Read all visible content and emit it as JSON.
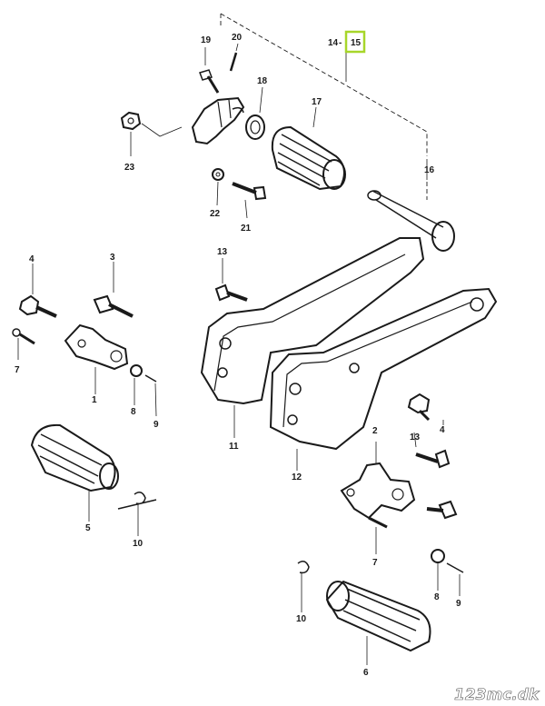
{
  "labels": {
    "p1": "1",
    "p2": "2",
    "p3": "3",
    "p4a": "4",
    "p4b": "4",
    "p5": "5",
    "p6": "6",
    "p7a": "7",
    "p7b": "7",
    "p8a": "8",
    "p8b": "8",
    "p9a": "9",
    "p9b": "9",
    "p10a": "10",
    "p10b": "10",
    "p11": "11",
    "p12": "12",
    "p13a": "13",
    "p13b": "13",
    "p14": "14",
    "p15": "15",
    "p16": "16",
    "p17": "17",
    "p18": "18",
    "p19": "19",
    "p20": "20",
    "p21": "21",
    "p22": "22",
    "p23": "23"
  },
  "highlight_color": "#a7d62a",
  "watermark": "123mc.dk"
}
